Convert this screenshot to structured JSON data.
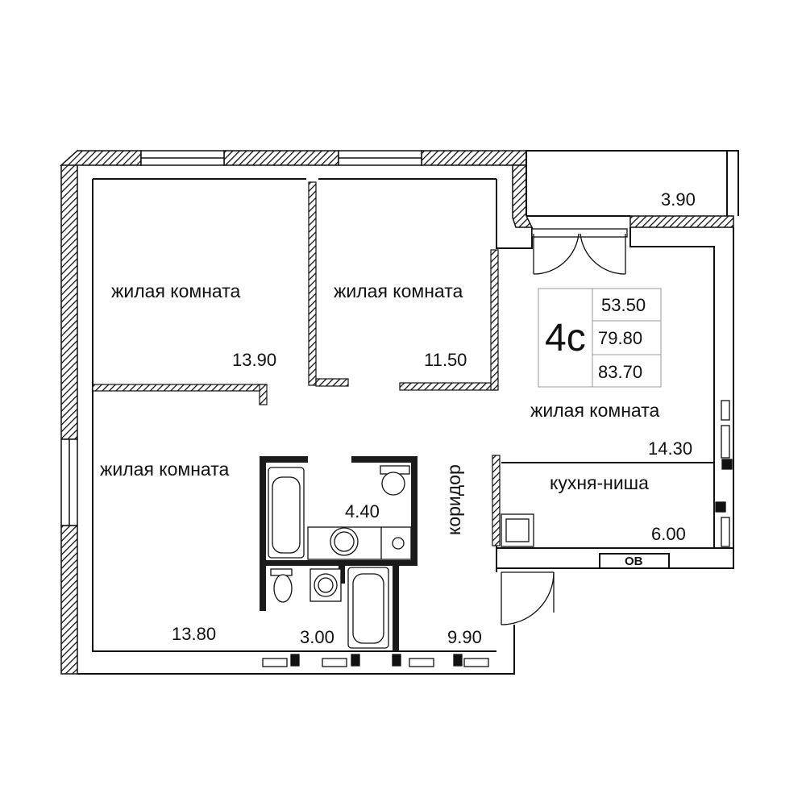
{
  "rooms": {
    "room_1": {
      "name": "жилая комната",
      "area": "13.90"
    },
    "room_2": {
      "name": "жилая комната",
      "area": "11.50"
    },
    "room_3": {
      "name": "жилая комната",
      "area": "14.30"
    },
    "room_4": {
      "name": "жилая комната",
      "area": "13.80"
    },
    "bathroom_1": {
      "area": "4.40"
    },
    "bathroom_2": {
      "area": "3.00"
    },
    "corridor": {
      "name": "коридор",
      "area": "9.90"
    },
    "kitchen": {
      "name": "кухня-ниша",
      "area": "6.00"
    },
    "balcony": {
      "area": "3.90"
    }
  },
  "summary": {
    "code": "4с",
    "living_area": "53.50",
    "total_area": "79.80",
    "total_with_balcony": "83.70"
  },
  "vent_label": "ОВ"
}
